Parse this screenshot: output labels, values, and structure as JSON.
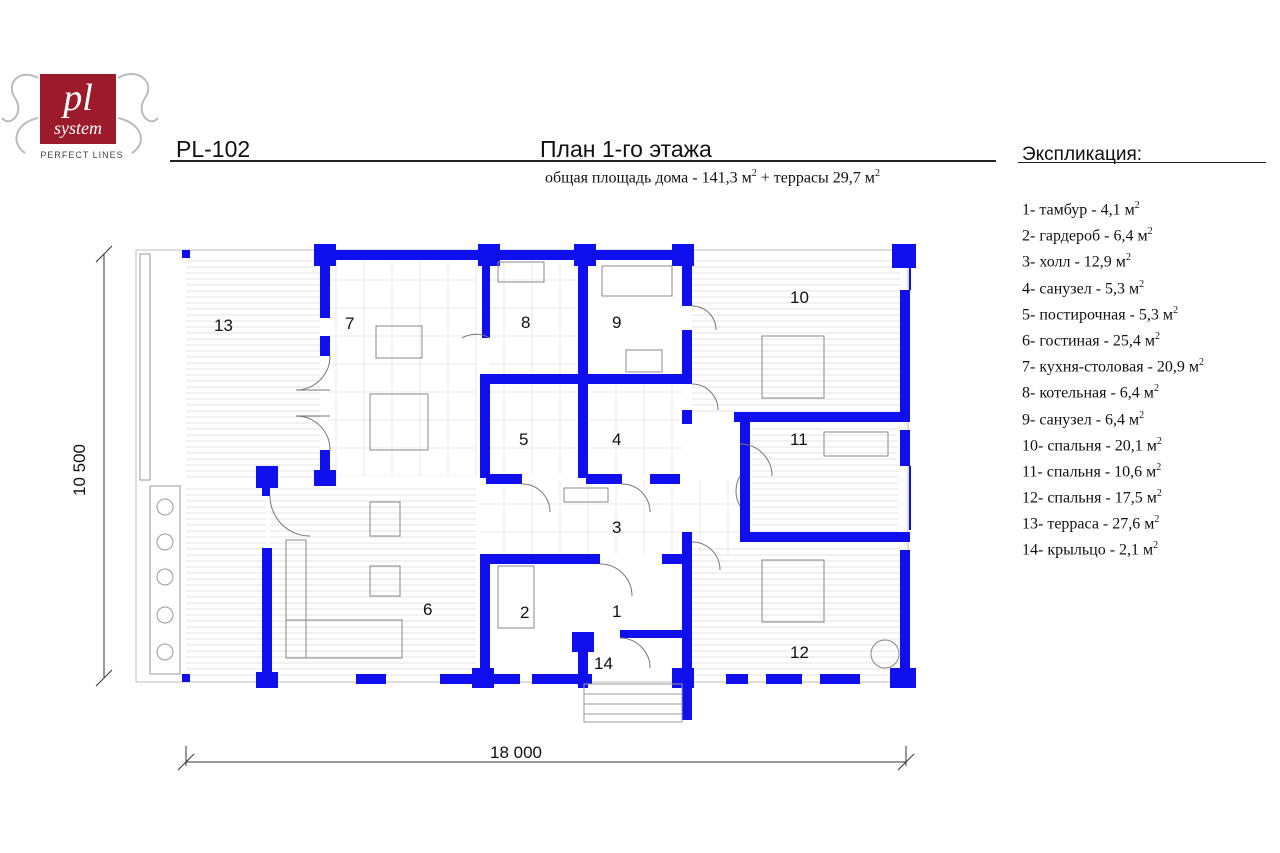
{
  "logo": {
    "mark": "pl",
    "sub": "system",
    "tagline": "PERFECT LINES"
  },
  "header": {
    "project_code": "PL-102",
    "title": "План 1-го этажа",
    "area_text_1": "общая площадь дома - 141,3 м",
    "area_text_2": "+ терраcы  29,7 м",
    "area_sup": "2"
  },
  "explication": {
    "title": "Экспликация:",
    "unit_sup": "2",
    "items": [
      {
        "text": "1- тамбур - 4,1 м"
      },
      {
        "text": "2- гардероб - 6,4 м"
      },
      {
        "text": "3- холл - 12,9 м"
      },
      {
        "text": "4- санузел - 5,3 м"
      },
      {
        "text": "5- постирочная - 5,3 м"
      },
      {
        "text": "6- гостиная - 25,4 м"
      },
      {
        "text": "7- кухня-столовая - 20,9 м"
      },
      {
        "text": "8- котельная - 6,4 м"
      },
      {
        "text": "9- санузел - 6,4 м"
      },
      {
        "text": "10- спальня - 20,1 м"
      },
      {
        "text": "11- спальня - 10,6 м"
      },
      {
        "text": "12- спальня - 17,5 м"
      },
      {
        "text": "13- терраса - 27,6 м"
      },
      {
        "text": "14- крыльцо - 2,1 м"
      }
    ]
  },
  "dimensions": {
    "width": "18 000",
    "height": "10 500"
  },
  "rooms": {
    "r1": "1",
    "r2": "2",
    "r3": "3",
    "r4": "4",
    "r5": "5",
    "r6": "6",
    "r7": "7",
    "r8": "8",
    "r9": "9",
    "r10": "10",
    "r11": "11",
    "r12": "12",
    "r13": "13",
    "r14": "14"
  },
  "colors": {
    "wall": "#1010ee",
    "logo": "#9b1b2b",
    "floor_line": "#dcdcdc"
  }
}
